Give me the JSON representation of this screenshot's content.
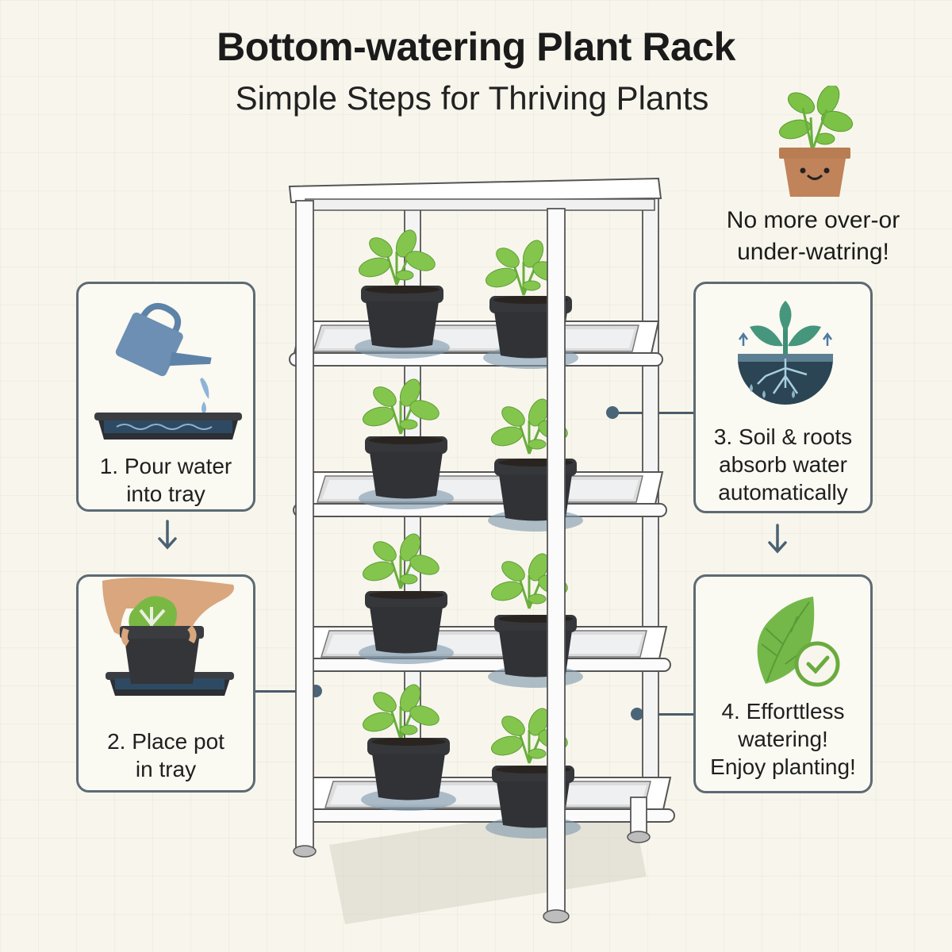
{
  "header": {
    "title": "Bottom-watering Plant Rack",
    "subtitle": "Simple Steps for Thriving Plants"
  },
  "tagline": {
    "line1": "No more over-or",
    "line2": "under-watring!",
    "icon": "smiling-potted-plant-icon"
  },
  "steps": [
    {
      "number": 1,
      "line1": "1. Pour water",
      "line2": "into tray",
      "icon": "watering-can-tray-icon"
    },
    {
      "number": 2,
      "line1": "2. Place pot",
      "line2": "in tray",
      "icon": "hand-placing-pot-icon"
    },
    {
      "number": 3,
      "line1": "3. Soil & roots",
      "line2": "absorb water",
      "line3": "automatically",
      "icon": "roots-absorb-icon"
    },
    {
      "number": 4,
      "line1": "4. Efforttless",
      "line2": "watering!",
      "line3": "Enjoy planting!",
      "icon": "leaf-check-icon"
    }
  ],
  "rack": {
    "shelves": 4,
    "pots_per_shelf": 2
  },
  "colors": {
    "background": "#f8f6ec",
    "card_border": "#5d6a74",
    "connector": "#4b5c69",
    "leaf_green": "#7cc246",
    "pot_black": "#2f3134",
    "water_blue": "#6f8fa6",
    "terracotta": "#c0835a"
  }
}
